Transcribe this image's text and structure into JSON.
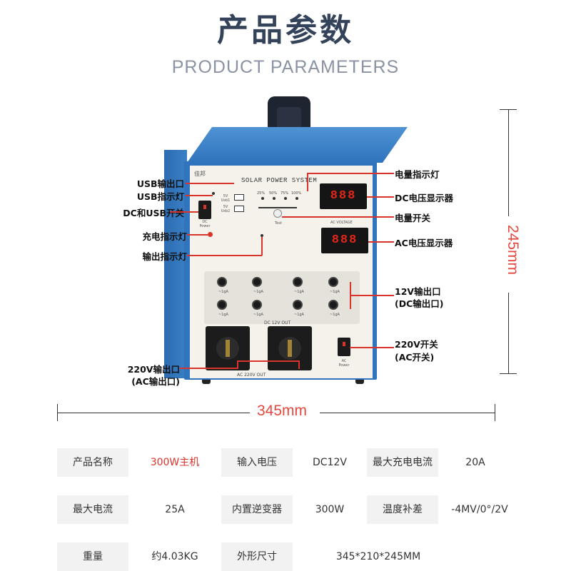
{
  "header": {
    "title_cn": "产品参数",
    "title_en": "PRODUCT PARAMETERS"
  },
  "device": {
    "brand_mark": "佳邦",
    "system_label": "SOLAR POWER SYSTEM",
    "display_dc_value": "888",
    "display_ac_value": "888",
    "ac_voltage_caption": "AC VOLTAGE",
    "dc_power_caption": "DC Power",
    "ac_power_caption": "AC Power",
    "usb1_caption": "5V Usb1",
    "usb2_caption": "5V Usb2",
    "test_caption": "Test",
    "dc_out_caption": "DC 12V OUT",
    "ac_out_caption": "AC 220V OUT",
    "battery_levels": [
      "25%",
      "50%",
      "75%",
      "100%"
    ],
    "dc_jack_caption": "~1gA"
  },
  "callouts": {
    "usb_output": "USB输出口",
    "usb_indicator": "USB指示灯",
    "dc_usb_switch": "DC和USB开关",
    "charge_indicator": "充电指示灯",
    "output_indicator": "输出指示灯",
    "power_indicator": "电量指示灯",
    "dc_voltage_display": "DC电压显示器",
    "power_switch": "电量开关",
    "ac_voltage_display": "AC电压显示器",
    "out_12v_line1": "12V输出口",
    "out_12v_line2": "(DC输出口)",
    "switch_220v_line1": "220V开关",
    "switch_220v_line2": "(AC开关)",
    "out_220v_line1": "220V输出口",
    "out_220v_line2": "(AC输出口)"
  },
  "dimensions": {
    "width": "345mm",
    "height": "245mm"
  },
  "specs": [
    [
      {
        "label": "产品名称",
        "value": "300W主机",
        "highlight": true
      },
      {
        "label": "输入电压",
        "value": "DC12V"
      },
      {
        "label": "最大充电电流",
        "value": "20A"
      }
    ],
    [
      {
        "label": "最大电流",
        "value": "25A"
      },
      {
        "label": "内置逆变器",
        "value": "300W"
      },
      {
        "label": "温度补差",
        "value": "-4MV/0°/2V"
      }
    ],
    [
      {
        "label": "重量",
        "value": "约4.03KG"
      },
      {
        "label": "外形尺寸",
        "value": "345*210*245MM"
      }
    ]
  ],
  "colors": {
    "title": "#34435a",
    "subtitle": "#8a93a3",
    "accent_red": "#d9342c",
    "dimension_text": "#e5483d",
    "cabinet_blue": "#2f74bd"
  }
}
